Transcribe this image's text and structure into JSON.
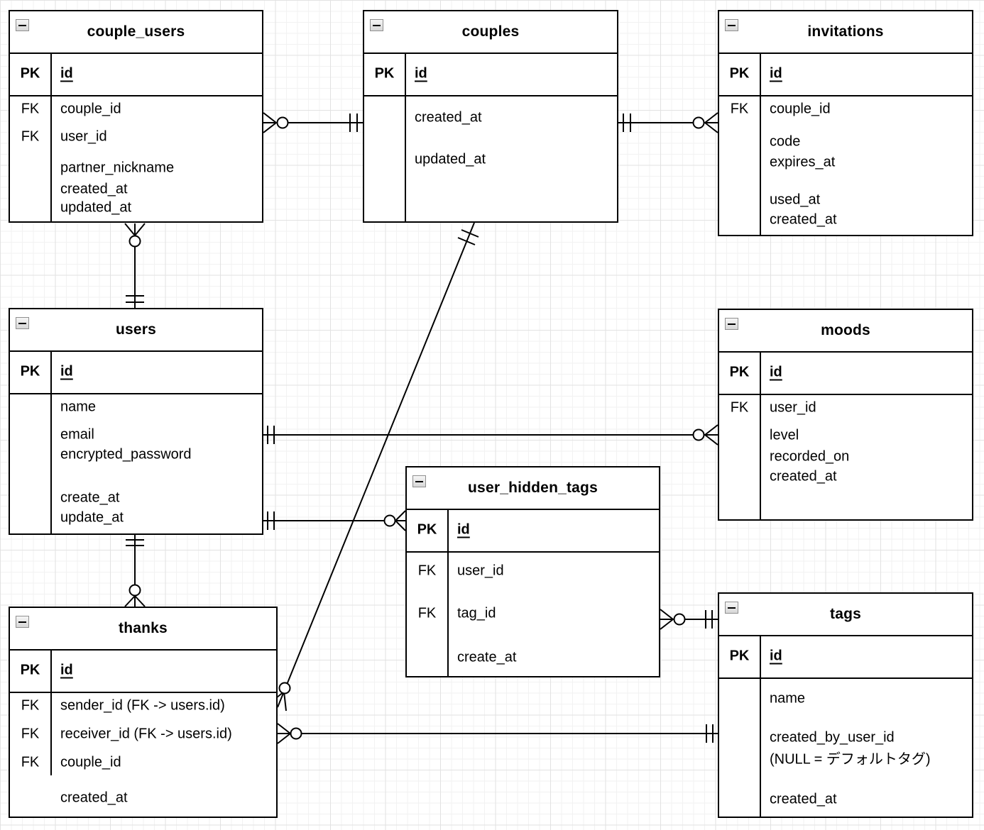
{
  "diagram": {
    "tool": "er-diagram",
    "collapse_icon_glyph": "minus-in-square",
    "line_color": "#000000",
    "background_color": "#ffffff",
    "grid_minor_color": "#f2f2f2",
    "grid_major_color": "#e2e2e2"
  },
  "tables": [
    {
      "id": "couple_users",
      "title": "couple_users",
      "pk": {
        "key": "PK",
        "name": "id"
      },
      "fields": [
        {
          "key": "FK",
          "name": "couple_id"
        },
        {
          "key": "FK",
          "name": "user_id"
        },
        {
          "key": "",
          "name": "partner_nickname"
        },
        {
          "key": "",
          "name": "created_at"
        },
        {
          "key": "",
          "name": "updated_at"
        }
      ]
    },
    {
      "id": "couples",
      "title": "couples",
      "pk": {
        "key": "PK",
        "name": "id"
      },
      "fields": [
        {
          "key": "",
          "name": "created_at"
        },
        {
          "key": "",
          "name": "updated_at"
        }
      ]
    },
    {
      "id": "invitations",
      "title": "invitations",
      "pk": {
        "key": "PK",
        "name": "id"
      },
      "fields": [
        {
          "key": "FK",
          "name": "couple_id"
        },
        {
          "key": "",
          "name": "code"
        },
        {
          "key": "",
          "name": "expires_at"
        },
        {
          "key": "",
          "name": "used_at"
        },
        {
          "key": "",
          "name": "created_at"
        }
      ]
    },
    {
      "id": "users",
      "title": "users",
      "pk": {
        "key": "PK",
        "name": "id"
      },
      "fields": [
        {
          "key": "",
          "name": "name"
        },
        {
          "key": "",
          "name": "email"
        },
        {
          "key": "",
          "name": "encrypted_password"
        },
        {
          "key": "",
          "name": "create_at"
        },
        {
          "key": "",
          "name": "update_at"
        }
      ]
    },
    {
      "id": "moods",
      "title": "moods",
      "pk": {
        "key": "PK",
        "name": "id"
      },
      "fields": [
        {
          "key": "FK",
          "name": "user_id"
        },
        {
          "key": "",
          "name": "level"
        },
        {
          "key": "",
          "name": "recorded_on"
        },
        {
          "key": "",
          "name": "created_at"
        }
      ]
    },
    {
      "id": "user_hidden_tags",
      "title": "user_hidden_tags",
      "pk": {
        "key": "PK",
        "name": "id"
      },
      "fields": [
        {
          "key": "FK",
          "name": "user_id"
        },
        {
          "key": "FK",
          "name": "tag_id"
        },
        {
          "key": "",
          "name": "create_at"
        }
      ]
    },
    {
      "id": "thanks",
      "title": "thanks",
      "pk": {
        "key": "PK",
        "name": "id"
      },
      "fields": [
        {
          "key": "FK",
          "name": "sender_id (FK -> users.id)"
        },
        {
          "key": "FK",
          "name": "receiver_id (FK -> users.id)"
        },
        {
          "key": "FK",
          "name": "couple_id"
        },
        {
          "key": "",
          "name": "created_at"
        }
      ]
    },
    {
      "id": "tags",
      "title": "tags",
      "pk": {
        "key": "PK",
        "name": "id"
      },
      "fields": [
        {
          "key": "",
          "name": "name"
        },
        {
          "key": "",
          "name": "created_by_user_id"
        },
        {
          "key": "",
          "name": "(NULL = デフォルトタグ)"
        },
        {
          "key": "",
          "name": "created_at"
        }
      ]
    }
  ],
  "relationships": [
    {
      "from": "couple_users",
      "from_cardinality": "zero-or-many",
      "to": "couples",
      "to_cardinality": "exactly-one"
    },
    {
      "from": "invitations",
      "from_cardinality": "zero-or-many",
      "to": "couples",
      "to_cardinality": "exactly-one"
    },
    {
      "from": "couple_users",
      "from_cardinality": "zero-or-many",
      "to": "users",
      "to_cardinality": "exactly-one"
    },
    {
      "from": "moods",
      "from_cardinality": "zero-or-many",
      "to": "users",
      "to_cardinality": "exactly-one"
    },
    {
      "from": "user_hidden_tags",
      "from_cardinality": "zero-or-many",
      "to": "users",
      "to_cardinality": "exactly-one"
    },
    {
      "from": "user_hidden_tags",
      "from_cardinality": "zero-or-many",
      "to": "tags",
      "to_cardinality": "exactly-one"
    },
    {
      "from": "thanks",
      "from_cardinality": "zero-or-many",
      "to": "users",
      "to_cardinality": "exactly-one"
    },
    {
      "from": "thanks",
      "from_cardinality": "zero-or-many",
      "to": "couples",
      "to_cardinality": "exactly-one"
    },
    {
      "from": "thanks",
      "from_cardinality": "zero-or-many",
      "to": "tags",
      "to_cardinality": "exactly-one"
    }
  ]
}
